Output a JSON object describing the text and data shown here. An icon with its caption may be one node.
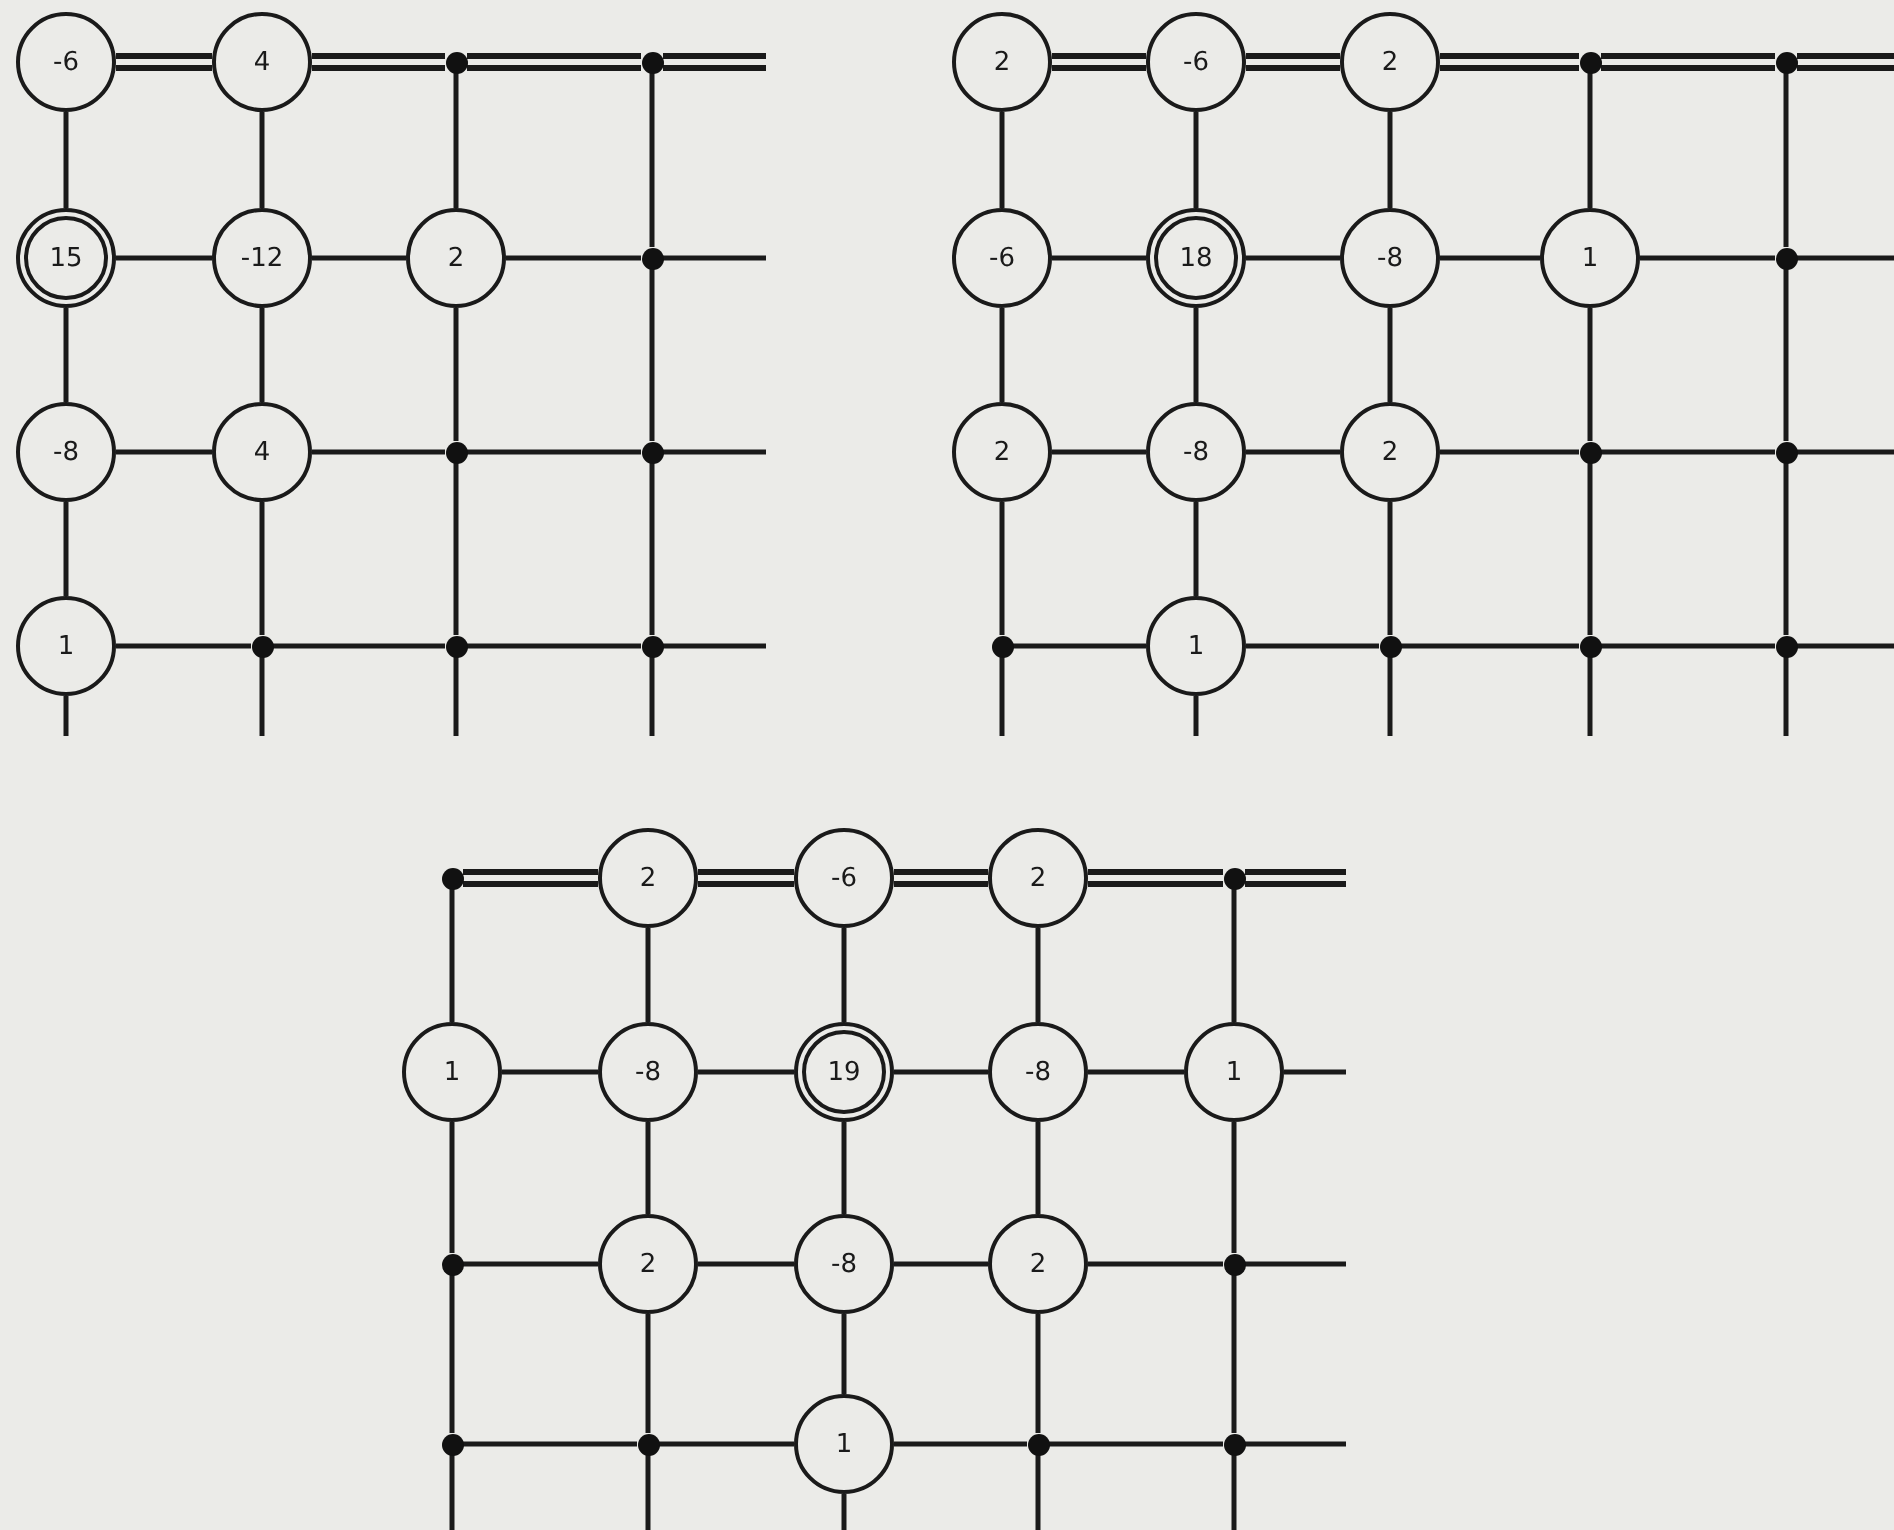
{
  "diagram": {
    "nodes": [
      {
        "text": [
          "-6"
        ]
      },
      {
        "text": [
          "4"
        ]
      },
      {
        "text": [],
        "shape": "dot"
      },
      {
        "text": [],
        "shape": "dot"
      },
      {
        "text": [
          "15"
        ]
      },
      {
        "text": [
          "-12"
        ]
      },
      {
        "text": [
          "2"
        ]
      },
      {
        "text": [],
        "shape": "dot"
      },
      {
        "text": [
          "-8"
        ]
      },
      {
        "text": [
          "4"
        ]
      },
      {
        "text": [],
        "shape": "dot"
      },
      {
        "text": [],
        "shape": "dot"
      },
      {
        "text": [
          "1"
        ]
      },
      {
        "text": [],
        "shape": "dot"
      },
      {
        "text": [],
        "shape": "dot"
      },
      {
        "text": [],
        "shape": "dot"
      },
      {
        "text": [
          "2"
        ]
      },
      {
        "text": [
          "-6"
        ]
      },
      {
        "text": [
          "2"
        ]
      },
      {
        "text": [],
        "shape": "dot"
      },
      {
        "text": [],
        "shape": "dot"
      },
      {
        "text": [
          "-6"
        ]
      },
      {
        "text": [
          "18"
        ]
      },
      {
        "text": [
          "-8"
        ]
      },
      {
        "text": [
          "1"
        ]
      },
      {
        "text": [],
        "shape": "dot"
      },
      {
        "text": [
          "2"
        ]
      },
      {
        "text": [
          "-8"
        ]
      },
      {
        "text": [
          "2"
        ]
      },
      {
        "text": [],
        "shape": "dot"
      },
      {
        "text": [],
        "shape": "dot"
      },
      {
        "text": [],
        "shape": "dot"
      },
      {
        "text": [
          "1"
        ]
      },
      {
        "text": [],
        "shape": "dot"
      },
      {
        "text": [],
        "shape": "dot"
      },
      {
        "text": [],
        "shape": "dot"
      },
      {
        "text": [],
        "shape": "dot"
      },
      {
        "text": [
          "2"
        ]
      },
      {
        "text": [
          "-6"
        ]
      },
      {
        "text": [
          "2"
        ]
      },
      {
        "text": [],
        "shape": "dot"
      },
      {
        "text": [
          "1"
        ]
      },
      {
        "text": [
          "-8"
        ]
      },
      {
        "text": [
          "19"
        ]
      },
      {
        "text": [
          "-8"
        ]
      },
      {
        "text": [
          "1"
        ]
      },
      {
        "text": [],
        "shape": "dot"
      },
      {
        "text": [
          "2"
        ]
      },
      {
        "text": [
          "-8"
        ]
      },
      {
        "text": [
          "2"
        ]
      },
      {
        "text": [],
        "shape": "dot"
      },
      {
        "text": [],
        "shape": "dot"
      },
      {
        "text": [],
        "shape": "dot"
      },
      {
        "text": [
          "1"
        ]
      },
      {
        "text": [],
        "shape": "dot"
      },
      {
        "text": [],
        "shape": "dot"
      }
    ],
    "edges": [
      {
        "from": 0,
        "to": 1,
        "arrow": "none",
        "style": "thick"
      },
      {
        "from": 1,
        "to": 2,
        "arrow": "none",
        "style": "thick"
      },
      {
        "from": 2,
        "to": 3,
        "arrow": "none",
        "style": "thick"
      },
      {
        "from": 4,
        "to": 5,
        "arrow": "none"
      },
      {
        "from": 5,
        "to": 6,
        "arrow": "none"
      },
      {
        "from": 6,
        "to": 7,
        "arrow": "none"
      },
      {
        "from": 8,
        "to": 9,
        "arrow": "none"
      },
      {
        "from": 9,
        "to": 10,
        "arrow": "none"
      },
      {
        "from": 10,
        "to": 11,
        "arrow": "none"
      },
      {
        "from": 12,
        "to": 13,
        "arrow": "none"
      },
      {
        "from": 13,
        "to": 14,
        "arrow": "none"
      },
      {
        "from": 14,
        "to": 15,
        "arrow": "none"
      },
      {
        "from": 0,
        "to": 4,
        "arrow": "none"
      },
      {
        "from": 4,
        "to": 8,
        "arrow": "none"
      },
      {
        "from": 8,
        "to": 12,
        "arrow": "none"
      },
      {
        "from": 1,
        "to": 5,
        "arrow": "none"
      },
      {
        "from": 5,
        "to": 9,
        "arrow": "none"
      },
      {
        "from": 9,
        "to": 13,
        "arrow": "none"
      },
      {
        "from": 2,
        "to": 6,
        "arrow": "none"
      },
      {
        "from": 6,
        "to": 10,
        "arrow": "none"
      },
      {
        "from": 10,
        "to": 14,
        "arrow": "none"
      },
      {
        "from": 3,
        "to": 7,
        "arrow": "none"
      },
      {
        "from": 7,
        "to": 11,
        "arrow": "none"
      },
      {
        "from": 11,
        "to": 15,
        "arrow": "none"
      },
      {
        "from": 16,
        "to": 17,
        "arrow": "none",
        "style": "thick"
      },
      {
        "from": 17,
        "to": 18,
        "arrow": "none",
        "style": "thick"
      },
      {
        "from": 18,
        "to": 19,
        "arrow": "none",
        "style": "thick"
      },
      {
        "from": 19,
        "to": 20,
        "arrow": "none",
        "style": "thick"
      },
      {
        "from": 21,
        "to": 22,
        "arrow": "none"
      },
      {
        "from": 22,
        "to": 23,
        "arrow": "none"
      },
      {
        "from": 23,
        "to": 24,
        "arrow": "none"
      },
      {
        "from": 24,
        "to": 25,
        "arrow": "none"
      },
      {
        "from": 26,
        "to": 27,
        "arrow": "none"
      },
      {
        "from": 27,
        "to": 28,
        "arrow": "none"
      },
      {
        "from": 28,
        "to": 29,
        "arrow": "none"
      },
      {
        "from": 29,
        "to": 30,
        "arrow": "none"
      },
      {
        "from": 31,
        "to": 32,
        "arrow": "none"
      },
      {
        "from": 32,
        "to": 33,
        "arrow": "none"
      },
      {
        "from": 33,
        "to": 34,
        "arrow": "none"
      },
      {
        "from": 34,
        "to": 35,
        "arrow": "none"
      },
      {
        "from": 16,
        "to": 21,
        "arrow": "none"
      },
      {
        "from": 21,
        "to": 26,
        "arrow": "none"
      },
      {
        "from": 26,
        "to": 31,
        "arrow": "none"
      },
      {
        "from": 17,
        "to": 22,
        "arrow": "none"
      },
      {
        "from": 22,
        "to": 27,
        "arrow": "none"
      },
      {
        "from": 27,
        "to": 32,
        "arrow": "none"
      },
      {
        "from": 18,
        "to": 23,
        "arrow": "none"
      },
      {
        "from": 23,
        "to": 28,
        "arrow": "none"
      },
      {
        "from": 28,
        "to": 33,
        "arrow": "none"
      },
      {
        "from": 19,
        "to": 24,
        "arrow": "none"
      },
      {
        "from": 24,
        "to": 29,
        "arrow": "none"
      },
      {
        "from": 29,
        "to": 34,
        "arrow": "none"
      },
      {
        "from": 20,
        "to": 25,
        "arrow": "none"
      },
      {
        "from": 25,
        "to": 30,
        "arrow": "none"
      },
      {
        "from": 30,
        "to": 35,
        "arrow": "none"
      },
      {
        "from": 36,
        "to": 37,
        "arrow": "none",
        "style": "thick"
      },
      {
        "from": 37,
        "to": 38,
        "arrow": "none",
        "style": "thick"
      },
      {
        "from": 38,
        "to": 39,
        "arrow": "none",
        "style": "thick"
      },
      {
        "from": 39,
        "to": 40,
        "arrow": "none",
        "style": "thick"
      },
      {
        "from": 41,
        "to": 42,
        "arrow": "none"
      },
      {
        "from": 42,
        "to": 43,
        "arrow": "none"
      },
      {
        "from": 43,
        "to": 44,
        "arrow": "none"
      },
      {
        "from": 44,
        "to": 45,
        "arrow": "none"
      },
      {
        "from": 46,
        "to": 47,
        "arrow": "none"
      },
      {
        "from": 47,
        "to": 48,
        "arrow": "none"
      },
      {
        "from": 48,
        "to": 49,
        "arrow": "none"
      },
      {
        "from": 49,
        "to": 50,
        "arrow": "none"
      },
      {
        "from": 51,
        "to": 52,
        "arrow": "none"
      },
      {
        "from": 52,
        "to": 53,
        "arrow": "none"
      },
      {
        "from": 53,
        "to": 54,
        "arrow": "none"
      },
      {
        "from": 54,
        "to": 55,
        "arrow": "none"
      },
      {
        "from": 36,
        "to": 41,
        "arrow": "none"
      },
      {
        "from": 41,
        "to": 46,
        "arrow": "none"
      },
      {
        "from": 46,
        "to": 51,
        "arrow": "none"
      },
      {
        "from": 37,
        "to": 42,
        "arrow": "none"
      },
      {
        "from": 42,
        "to": 47,
        "arrow": "none"
      },
      {
        "from": 47,
        "to": 52,
        "arrow": "none"
      },
      {
        "from": 38,
        "to": 43,
        "arrow": "none"
      },
      {
        "from": 43,
        "to": 48,
        "arrow": "none"
      },
      {
        "from": 48,
        "to": 53,
        "arrow": "none"
      },
      {
        "from": 39,
        "to": 44,
        "arrow": "none"
      },
      {
        "from": 44,
        "to": 49,
        "arrow": "none"
      },
      {
        "from": 49,
        "to": 54,
        "arrow": "none"
      },
      {
        "from": 40,
        "to": 45,
        "arrow": "none"
      },
      {
        "from": 45,
        "to": 50,
        "arrow": "none"
      },
      {
        "from": 50,
        "to": 55,
        "arrow": "none"
      }
    ]
  }
}
